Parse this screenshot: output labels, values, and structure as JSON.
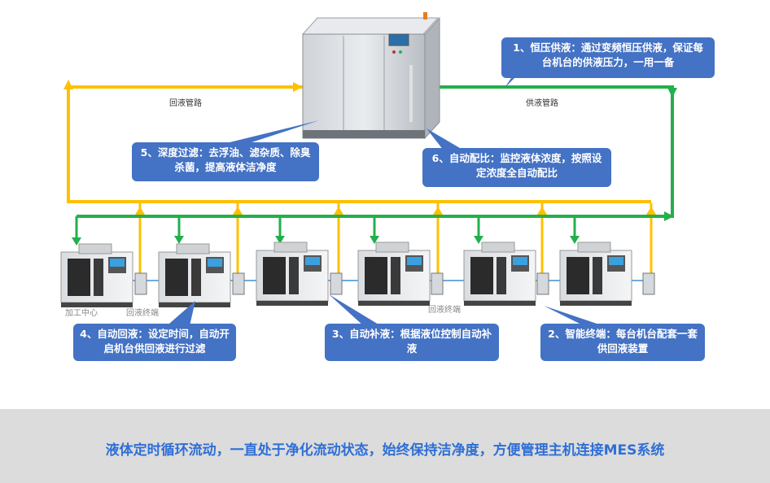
{
  "pipes": {
    "return_label": "回液管路",
    "supply_label": "供液管路"
  },
  "machine_labels": {
    "cnc": "加工中心",
    "return_terminal_left": "回液终端",
    "return_terminal_right": "回液终端"
  },
  "callouts": {
    "c1": "1、恒压供液：通过变频恒压供液，保证每台机台的供液压力，一用一备",
    "c2": "2、智能终端：每台机台配套一套供回液装置",
    "c3": "3、自动补液：根据液位控制自动补液",
    "c4": "4、自动回液：设定时间，自动开启机台供回液进行过滤",
    "c5": "5、深度过滤：去浮油、滤杂质、除臭杀菌，提高液体洁净度",
    "c6": "6、自动配比：监控液体浓度，按照设定浓度全自动配比"
  },
  "footer": {
    "text": "液体定时循环流动，一直处于净化流动状态，始终保持洁净度，方便管理主机连接MES系统"
  },
  "colors": {
    "supply_pipe": "#22b04b",
    "return_pipe": "#ffc000",
    "callout_bg": "#4472c4",
    "footer_text": "#2f6fd6",
    "footer_bg": "#dcdcdc",
    "drain_line": "#3b8fd9"
  }
}
